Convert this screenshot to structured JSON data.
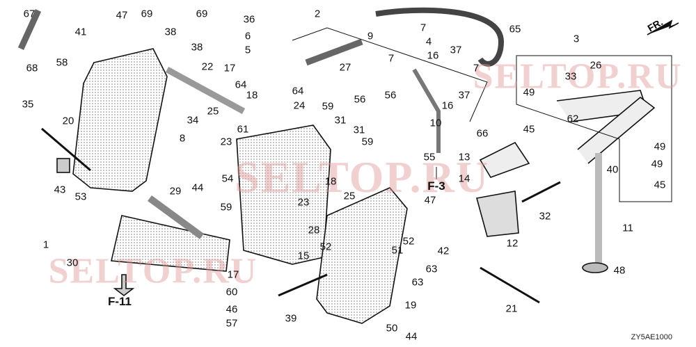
{
  "diagram": {
    "callouts": [
      "67",
      "47",
      "69",
      "69",
      "36",
      "2",
      "65",
      "41",
      "38",
      "6",
      "9",
      "7",
      "4",
      "3",
      "68",
      "58",
      "38",
      "5",
      "37",
      "7",
      "16",
      "7",
      "27",
      "26",
      "22",
      "17",
      "33",
      "64",
      "64",
      "18",
      "56",
      "56",
      "37",
      "49",
      "24",
      "59",
      "35",
      "25",
      "16",
      "62",
      "34",
      "61",
      "31",
      "31",
      "10",
      "66",
      "45",
      "20",
      "8",
      "59",
      "23",
      "49",
      "13",
      "55",
      "49",
      "40",
      "14",
      "45",
      "43",
      "53",
      "44",
      "54",
      "29",
      "18",
      "25",
      "23",
      "47",
      "32",
      "59",
      "1",
      "28",
      "11",
      "12",
      "52",
      "51",
      "42",
      "52",
      "15",
      "30",
      "17",
      "63",
      "63",
      "48",
      "60",
      "19",
      "21",
      "39",
      "46",
      "57",
      "50",
      "44"
    ],
    "references": [
      "F-11",
      "F-3"
    ],
    "direction_marker": "FR.",
    "diagram_code": "ZY5AE1000",
    "watermark": "SELTOP.RU"
  }
}
